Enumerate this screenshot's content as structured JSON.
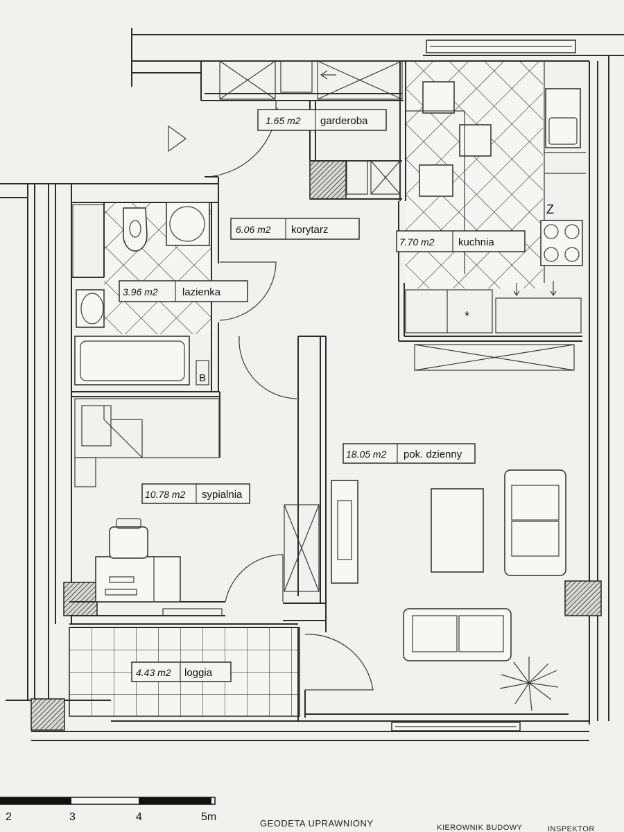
{
  "rooms": [
    {
      "id": "garderoba",
      "area": "1.65 m2",
      "name": "garderoba"
    },
    {
      "id": "korytarz",
      "area": "6.06 m2",
      "name": "korytarz"
    },
    {
      "id": "kuchnia",
      "area": "7.70 m2",
      "name": "kuchnia"
    },
    {
      "id": "lazienka",
      "area": "3.96 m2",
      "name": "lazienka"
    },
    {
      "id": "pokoj",
      "area": "18.05 m2",
      "name": "pok. dzienny"
    },
    {
      "id": "sypialnia",
      "area": "10.78 m2",
      "name": "sypialnia"
    },
    {
      "id": "loggia",
      "area": "4.43 m2",
      "name": "loggia"
    }
  ],
  "symbols": {
    "kitchen_z": "Z",
    "bath_b": "B",
    "asterisk": "*"
  },
  "scale_bar": {
    "ticks": [
      "2",
      "3",
      "4",
      "5m"
    ]
  },
  "footer": {
    "surveyor": "GEODETA UPRAWNIONY",
    "manager": "KIEROWNIK BUDOWY",
    "designer": "INSPEKTOR"
  },
  "colors": {
    "paper": "#f1f1ef",
    "ink": "#2b2b2b"
  }
}
